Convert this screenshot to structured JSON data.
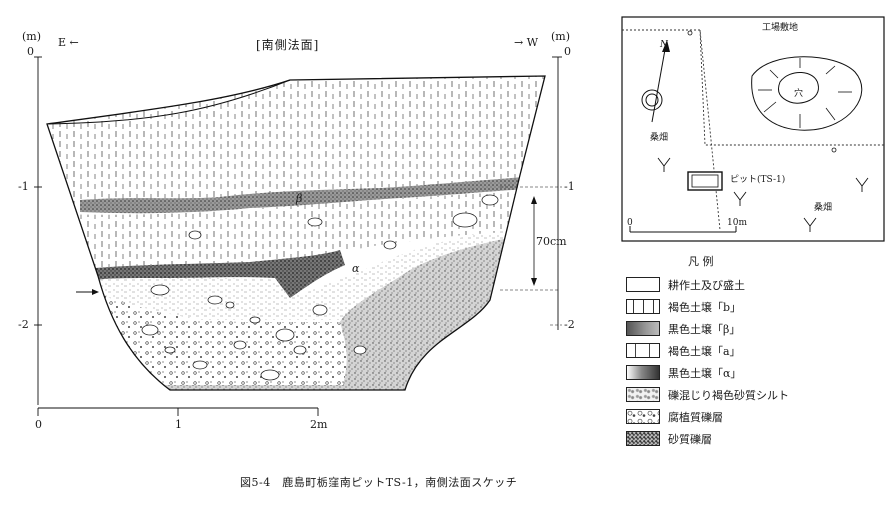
{
  "section": {
    "title": "[南側法面]",
    "unit_left": "(m)",
    "unit_right": "(m)",
    "dir_left": "E ←",
    "dir_right": "→ W",
    "depth_left": [
      "0",
      "-1",
      "-2"
    ],
    "depth_right": [
      "0",
      "-1",
      "-2"
    ],
    "scale_ticks": [
      "0",
      "1",
      "2m"
    ],
    "measure": "70cm",
    "layer_beta": "β",
    "layer_alpha": "α"
  },
  "map": {
    "factory_label": "工場敷地",
    "north": "N",
    "hole_label": "穴",
    "mulberry_1": "桑畑",
    "mulberry_2": "桑畑",
    "pit_label": "ピット(TS-1)",
    "scale_start": "0",
    "scale_end": "10m"
  },
  "legend": {
    "title": "凡 例",
    "items": [
      {
        "label": "耕作土及び盛土"
      },
      {
        "label": "褐色土壌「b」"
      },
      {
        "label": "黒色土壌「β」"
      },
      {
        "label": "褐色土壌「a」"
      },
      {
        "label": "黒色土壌「α」"
      },
      {
        "label": "礫混じり褐色砂質シルト"
      },
      {
        "label": "腐植質礫層"
      },
      {
        "label": "砂質礫層"
      }
    ]
  },
  "caption": "図5-4　鹿島町栃窪南ピットTS-1，南側法面スケッチ"
}
